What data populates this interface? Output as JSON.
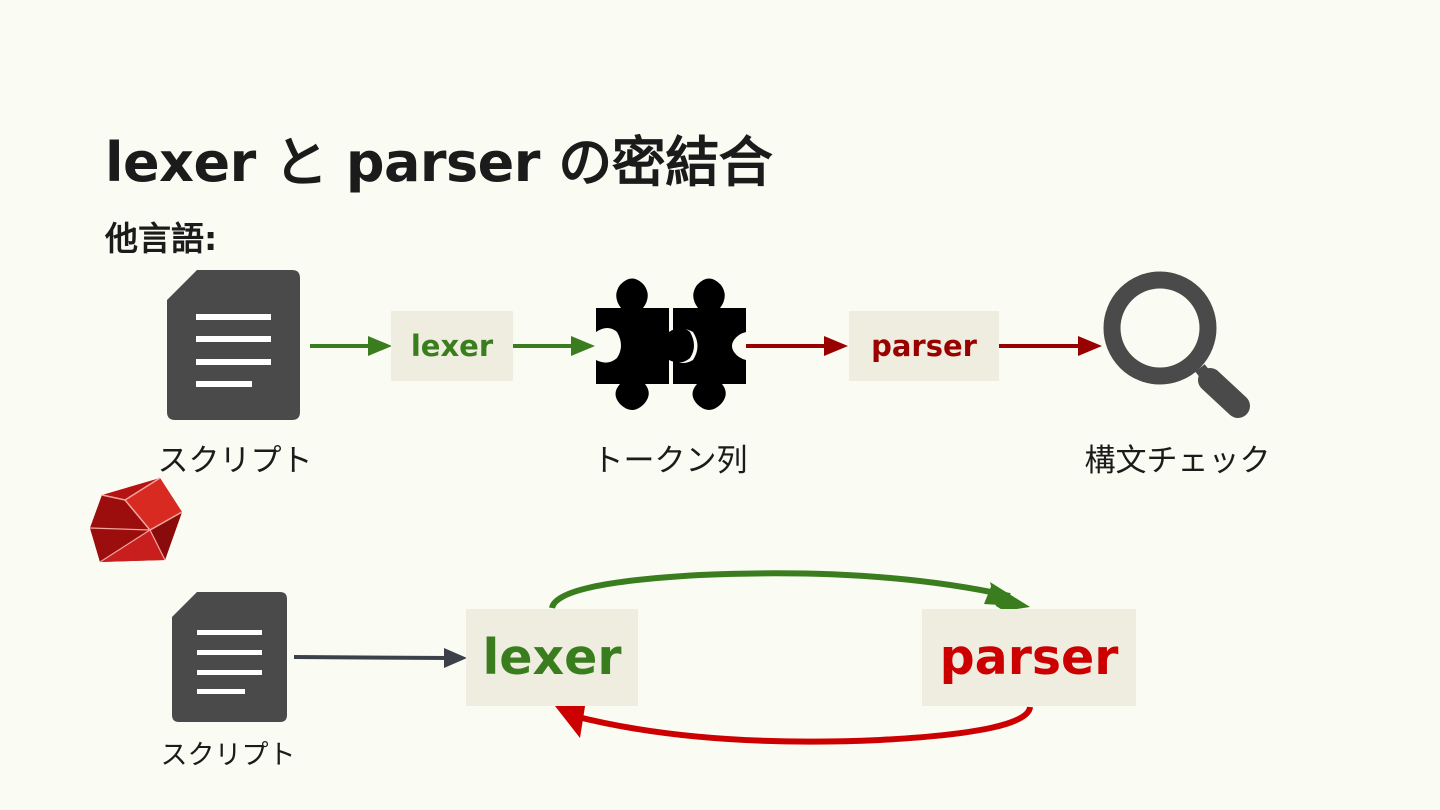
{
  "title": "lexer と parser の密結合",
  "subtitle": "他言語:",
  "top_flow": {
    "lexer_label": "lexer",
    "parser_label": "parser",
    "script_caption": "スクリプト",
    "tokens_caption": "トークン列",
    "check_caption": "構文チェック",
    "icons": [
      "document-icon",
      "puzzle-icon",
      "magnifier-icon"
    ]
  },
  "bottom_flow": {
    "lexer_label": "lexer",
    "parser_label": "parser",
    "script_caption": "スクリプト",
    "icons": [
      "ruby-logo",
      "document-icon"
    ]
  },
  "colors": {
    "background": "#fafbf2",
    "box": "#efeddf",
    "green": "#3a7d1e",
    "dark_red": "#990000",
    "red": "#cc0000",
    "icon_gray": "#4a4a4a",
    "arrow_dark": "#3c4048"
  }
}
